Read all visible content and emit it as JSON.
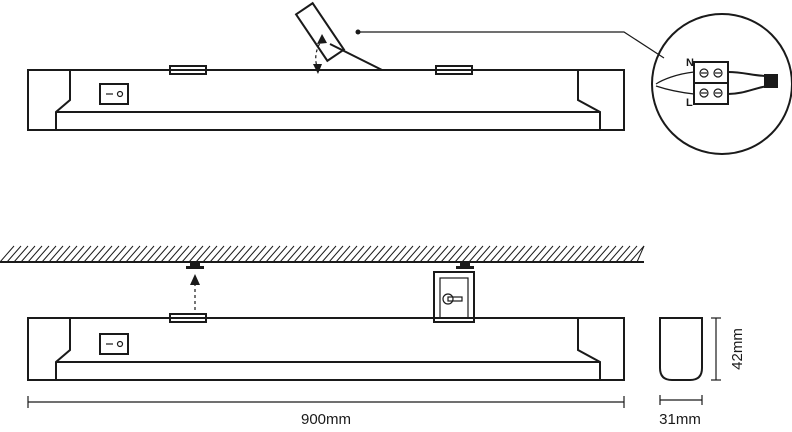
{
  "labels": {
    "terminal_n": "N",
    "terminal_l": "L",
    "length": "900mm",
    "height": "42mm",
    "depth": "31mm"
  },
  "icons": {
    "switch": "rocker-switch-icon",
    "keyhole": "keyhole-bracket-icon",
    "screw": "screw-icon"
  }
}
